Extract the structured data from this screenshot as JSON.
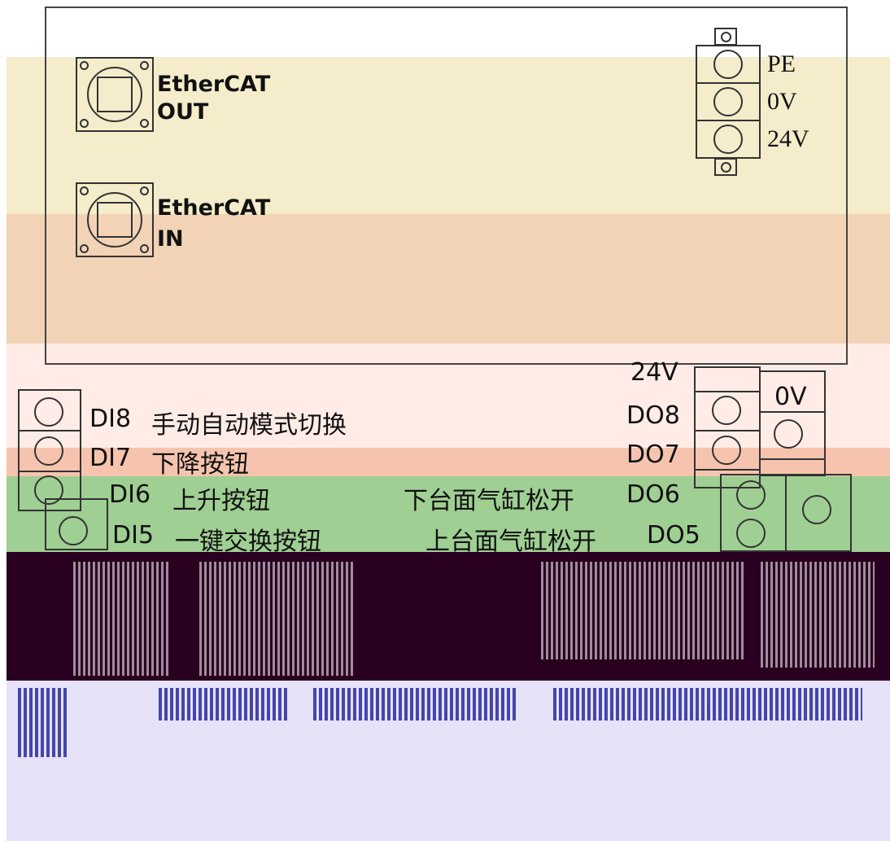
{
  "connectors": {
    "ethercat_out": {
      "line1": "EtherCAT",
      "line2": "OUT"
    },
    "ethercat_in": {
      "line1": "EtherCAT",
      "line2": "IN"
    }
  },
  "power": {
    "pe": "PE",
    "zero_v": "0V",
    "v24": "24V"
  },
  "outputs": {
    "v24": "24V",
    "do8": "DO8",
    "do7": "DO7",
    "do6": "DO6",
    "do5": "DO5",
    "zero_v": "0V",
    "do6_desc": "下台面气缸松开",
    "do5_desc": "上台面气缸松开"
  },
  "inputs": {
    "di8": {
      "id": "DI8",
      "desc": "手动自动模式切换"
    },
    "di7": {
      "id": "DI7",
      "desc": "下降按钮"
    },
    "di6": {
      "id": "DI6",
      "desc": "上升按钮"
    },
    "di5": {
      "id": "DI5",
      "desc": "一键交换按钮"
    }
  },
  "colors": {
    "band_cream": "#f4ecca",
    "band_tan": "#f2d3b6",
    "band_pink": "#ffece6",
    "band_green": "#9fcf93",
    "band_dark": "#2a0021",
    "band_lavender": "#e6e2f7"
  },
  "icons": [
    "rj45-port-icon",
    "terminal-screw-icon"
  ]
}
